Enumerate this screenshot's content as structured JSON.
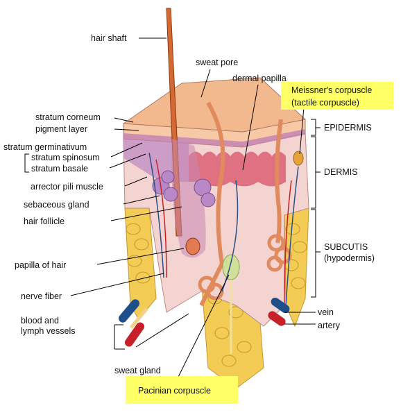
{
  "labels": {
    "hair_shaft": "hair shaft",
    "sweat_pore": "sweat pore",
    "dermal_papilla": "dermal papilla",
    "meissner_line1": "Meissner's corpuscle",
    "meissner_line2": "(tactile corpuscle)",
    "stratum_corneum": "stratum corneum",
    "pigment_layer": "pigment layer",
    "stratum_germinativum": "stratum germinativum",
    "stratum_spinosum": "stratum spinosum",
    "stratum_basale": "stratum basale",
    "arrector_pili": "arrector pili muscle",
    "sebaceous_gland": "sebaceous gland",
    "hair_follicle": "hair follicle",
    "papilla_of_hair": "papilla of hair",
    "nerve_fiber": "nerve fiber",
    "blood_lymph_line1": "blood and",
    "blood_lymph_line2": "lymph vessels",
    "sweat_gland": "sweat gland",
    "pacinian": "Pacinian corpuscle",
    "epidermis": "EPIDERMIS",
    "dermis": "DERMIS",
    "subcutis_line1": "SUBCUTIS",
    "subcutis_line2": "(hypodermis)",
    "vein": "vein",
    "artery": "artery"
  },
  "colors": {
    "highlight": "#ffff66",
    "epidermis_top": "#f2b98f",
    "epidermis_front": "#f7c9a6",
    "pigment": "#c27fb5",
    "dermis": "#f3d4d0",
    "papillae": "#d9506a",
    "fat": "#f2cc55",
    "hair": "#d46a32",
    "vein": "#1f4f8a",
    "artery": "#c8202a",
    "leader": "#000000"
  }
}
